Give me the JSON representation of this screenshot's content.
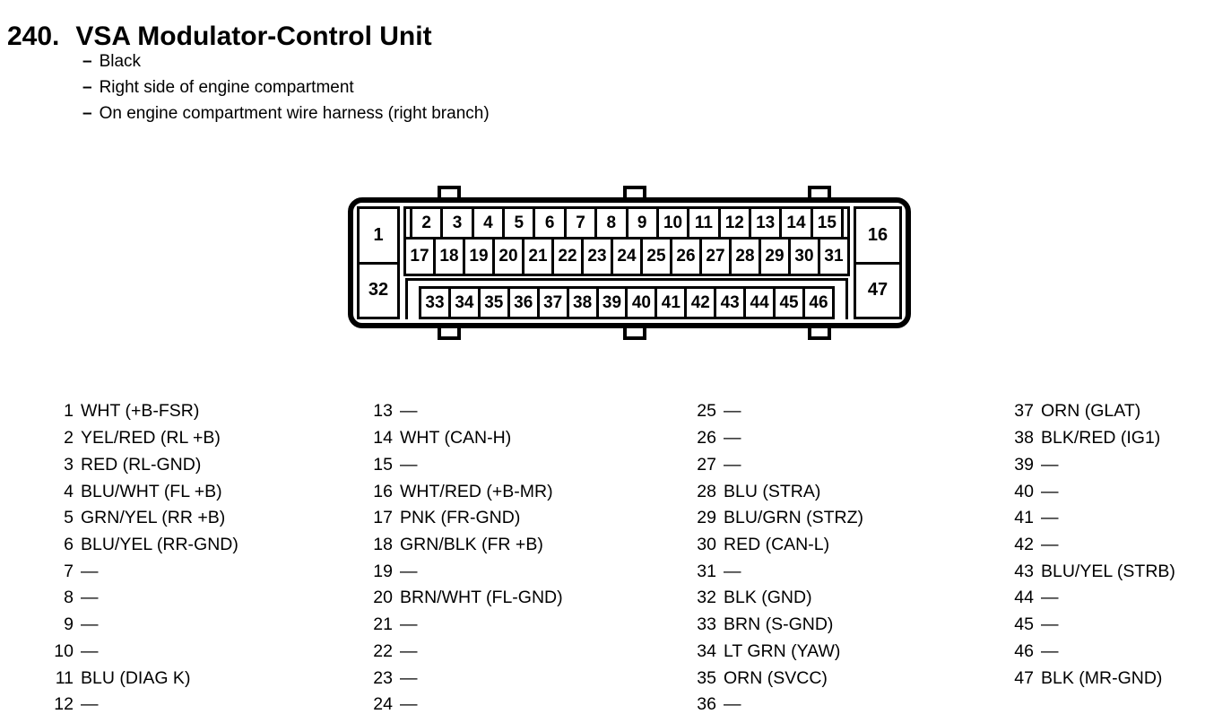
{
  "colors": {
    "ink": "#000000",
    "paper": "#ffffff"
  },
  "header": {
    "section_number": "240.",
    "title": "VSA Modulator-Control Unit",
    "notes": [
      {
        "dash": "–",
        "text": "Black"
      },
      {
        "dash": "–",
        "text": "Right side of engine compartment"
      },
      {
        "dash": "–",
        "text": "On engine compartment wire harness (right branch)"
      }
    ]
  },
  "connector": {
    "corners": {
      "top_left": "1",
      "bottom_left": "32",
      "top_right": "16",
      "bottom_right": "47"
    },
    "row_top": [
      "2",
      "3",
      "4",
      "5",
      "6",
      "7",
      "8",
      "9",
      "10",
      "11",
      "12",
      "13",
      "14",
      "15"
    ],
    "row_mid": [
      "17",
      "18",
      "19",
      "20",
      "21",
      "22",
      "23",
      "24",
      "25",
      "26",
      "27",
      "28",
      "29",
      "30",
      "31"
    ],
    "row_bottom": [
      "33",
      "34",
      "35",
      "36",
      "37",
      "38",
      "39",
      "40",
      "41",
      "42",
      "43",
      "44",
      "45",
      "46"
    ]
  },
  "pins": {
    "columns": [
      {
        "rows": [
          {
            "n": "1",
            "label": "WHT (+B-FSR)"
          },
          {
            "n": "2",
            "label": "YEL/RED (RL +B)"
          },
          {
            "n": "3",
            "label": "RED (RL-GND)"
          },
          {
            "n": "4",
            "label": "BLU/WHT (FL +B)"
          },
          {
            "n": "5",
            "label": "GRN/YEL (RR +B)"
          },
          {
            "n": "6",
            "label": "BLU/YEL (RR-GND)"
          },
          {
            "n": "7",
            "label": "—"
          },
          {
            "n": "8",
            "label": "—"
          },
          {
            "n": "9",
            "label": "—"
          },
          {
            "n": "10",
            "label": "—"
          },
          {
            "n": "11",
            "label": "BLU (DIAG K)"
          },
          {
            "n": "12",
            "label": "—"
          }
        ]
      },
      {
        "rows": [
          {
            "n": "13",
            "label": "—"
          },
          {
            "n": "14",
            "label": "WHT (CAN-H)"
          },
          {
            "n": "15",
            "label": "—"
          },
          {
            "n": "16",
            "label": "WHT/RED (+B-MR)"
          },
          {
            "n": "17",
            "label": "PNK (FR-GND)"
          },
          {
            "n": "18",
            "label": "GRN/BLK (FR +B)"
          },
          {
            "n": "19",
            "label": "—"
          },
          {
            "n": "20",
            "label": "BRN/WHT (FL-GND)"
          },
          {
            "n": "21",
            "label": "—"
          },
          {
            "n": "22",
            "label": "—"
          },
          {
            "n": "23",
            "label": "—"
          },
          {
            "n": "24",
            "label": "—"
          }
        ]
      },
      {
        "rows": [
          {
            "n": "25",
            "label": "—"
          },
          {
            "n": "26",
            "label": "—"
          },
          {
            "n": "27",
            "label": "—"
          },
          {
            "n": "28",
            "label": "BLU (STRA)"
          },
          {
            "n": "29",
            "label": "BLU/GRN (STRZ)"
          },
          {
            "n": "30",
            "label": "RED (CAN-L)"
          },
          {
            "n": "31",
            "label": "—"
          },
          {
            "n": "32",
            "label": "BLK (GND)"
          },
          {
            "n": "33",
            "label": "BRN (S-GND)"
          },
          {
            "n": "34",
            "label": "LT GRN (YAW)"
          },
          {
            "n": "35",
            "label": "ORN (SVCC)"
          },
          {
            "n": "36",
            "label": "—"
          }
        ]
      },
      {
        "rows": [
          {
            "n": "37",
            "label": "ORN (GLAT)"
          },
          {
            "n": "38",
            "label": "BLK/RED (IG1)"
          },
          {
            "n": "39",
            "label": "—"
          },
          {
            "n": "40",
            "label": "—"
          },
          {
            "n": "41",
            "label": "—"
          },
          {
            "n": "42",
            "label": "—"
          },
          {
            "n": "43",
            "label": "BLU/YEL (STRB)"
          },
          {
            "n": "44",
            "label": "—"
          },
          {
            "n": "45",
            "label": "—"
          },
          {
            "n": "46",
            "label": "—"
          },
          {
            "n": "47",
            "label": "BLK (MR-GND)"
          }
        ]
      }
    ]
  }
}
